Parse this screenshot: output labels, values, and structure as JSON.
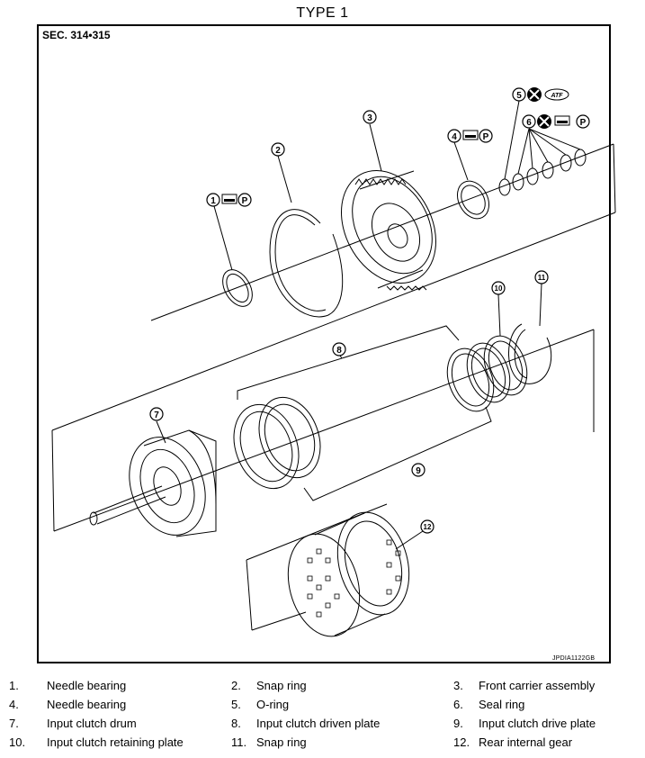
{
  "title": "TYPE 1",
  "section": "SEC. 314•315",
  "image_code": "JPDIA1122GB",
  "symbols": {
    "atf_badge": "ATF",
    "petroleum_jelly_badge": "P"
  },
  "callouts": [
    {
      "id": "callout-1",
      "label": "1"
    },
    {
      "id": "callout-2",
      "label": "2"
    },
    {
      "id": "callout-3",
      "label": "3"
    },
    {
      "id": "callout-4",
      "label": "4"
    },
    {
      "id": "callout-5",
      "label": "5"
    },
    {
      "id": "callout-6",
      "label": "6"
    },
    {
      "id": "callout-7",
      "label": "7"
    },
    {
      "id": "callout-8",
      "label": "8"
    },
    {
      "id": "callout-9",
      "label": "9"
    },
    {
      "id": "callout-10",
      "label": "10"
    },
    {
      "id": "callout-11",
      "label": "11"
    },
    {
      "id": "callout-12",
      "label": "12"
    }
  ],
  "legend": [
    {
      "num": "1.",
      "name": "Needle bearing"
    },
    {
      "num": "2.",
      "name": "Snap ring"
    },
    {
      "num": "3.",
      "name": "Front carrier assembly"
    },
    {
      "num": "4.",
      "name": "Needle bearing"
    },
    {
      "num": "5.",
      "name": "O-ring"
    },
    {
      "num": "6.",
      "name": "Seal ring"
    },
    {
      "num": "7.",
      "name": "Input clutch drum"
    },
    {
      "num": "8.",
      "name": "Input clutch driven plate"
    },
    {
      "num": "9.",
      "name": "Input clutch drive plate"
    },
    {
      "num": "10.",
      "name": "Input clutch retaining plate"
    },
    {
      "num": "11.",
      "name": "Snap ring"
    },
    {
      "num": "12.",
      "name": "Rear internal gear"
    }
  ]
}
